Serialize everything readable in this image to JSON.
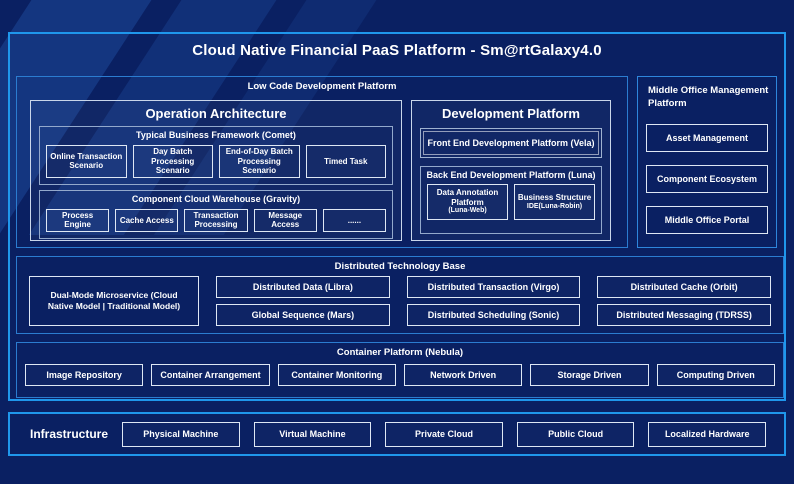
{
  "title": "Cloud Native Financial PaaS Platform - Sm@rtGalaxy4.0",
  "colors": {
    "background": "#0A2062",
    "accent_border": "#1F97EC",
    "section_border": "#2B7CD0",
    "text": "#FFFFFF"
  },
  "low_code": {
    "title": "Low Code Development Platform",
    "operation_architecture": {
      "title": "Operation Architecture",
      "comet": {
        "title": "Typical Business Framework (Comet)",
        "items": [
          "Online Transaction Scenario",
          "Day Batch Processing Scenario",
          "End-of-Day Batch Processing Scenario",
          "Timed Task"
        ]
      },
      "gravity": {
        "title": "Component Cloud Warehouse (Gravity)",
        "items": [
          "Process Engine",
          "Cache Access",
          "Transaction Processing",
          "Message Access",
          "......"
        ]
      }
    },
    "development_platform": {
      "title": "Development Platform",
      "front_end": "Front End Development Platform (Vela)",
      "back_end": {
        "title": "Back End Development Platform (Luna)",
        "items": [
          {
            "main": "Data Annotation Platform",
            "sub": "(Luna-Web)"
          },
          {
            "main": "Business Structure",
            "sub": "IDE(Luna-Robin)"
          }
        ]
      }
    }
  },
  "middle_office": {
    "title": "Middle Office Management Platform",
    "items": [
      "Asset Management",
      "Component Ecosystem",
      "Middle Office Portal"
    ]
  },
  "distributed": {
    "title": "Distributed Technology Base",
    "dual_mode": "Dual-Mode Microservice (Cloud Native Model | Traditional Model)",
    "columns": [
      [
        "Distributed Data (Libra)",
        "Global Sequence (Mars)"
      ],
      [
        "Distributed Transaction (Virgo)",
        "Distributed Scheduling (Sonic)"
      ],
      [
        "Distributed Cache (Orbit)",
        "Distributed Messaging (TDRSS)"
      ]
    ]
  },
  "container_platform": {
    "title": "Container Platform (Nebula)",
    "items": [
      "Image Repository",
      "Container Arrangement",
      "Container Monitoring",
      "Network Driven",
      "Storage Driven",
      "Computing Driven"
    ]
  },
  "infrastructure": {
    "label": "Infrastructure",
    "items": [
      "Physical Machine",
      "Virtual Machine",
      "Private Cloud",
      "Public Cloud",
      "Localized Hardware"
    ]
  }
}
